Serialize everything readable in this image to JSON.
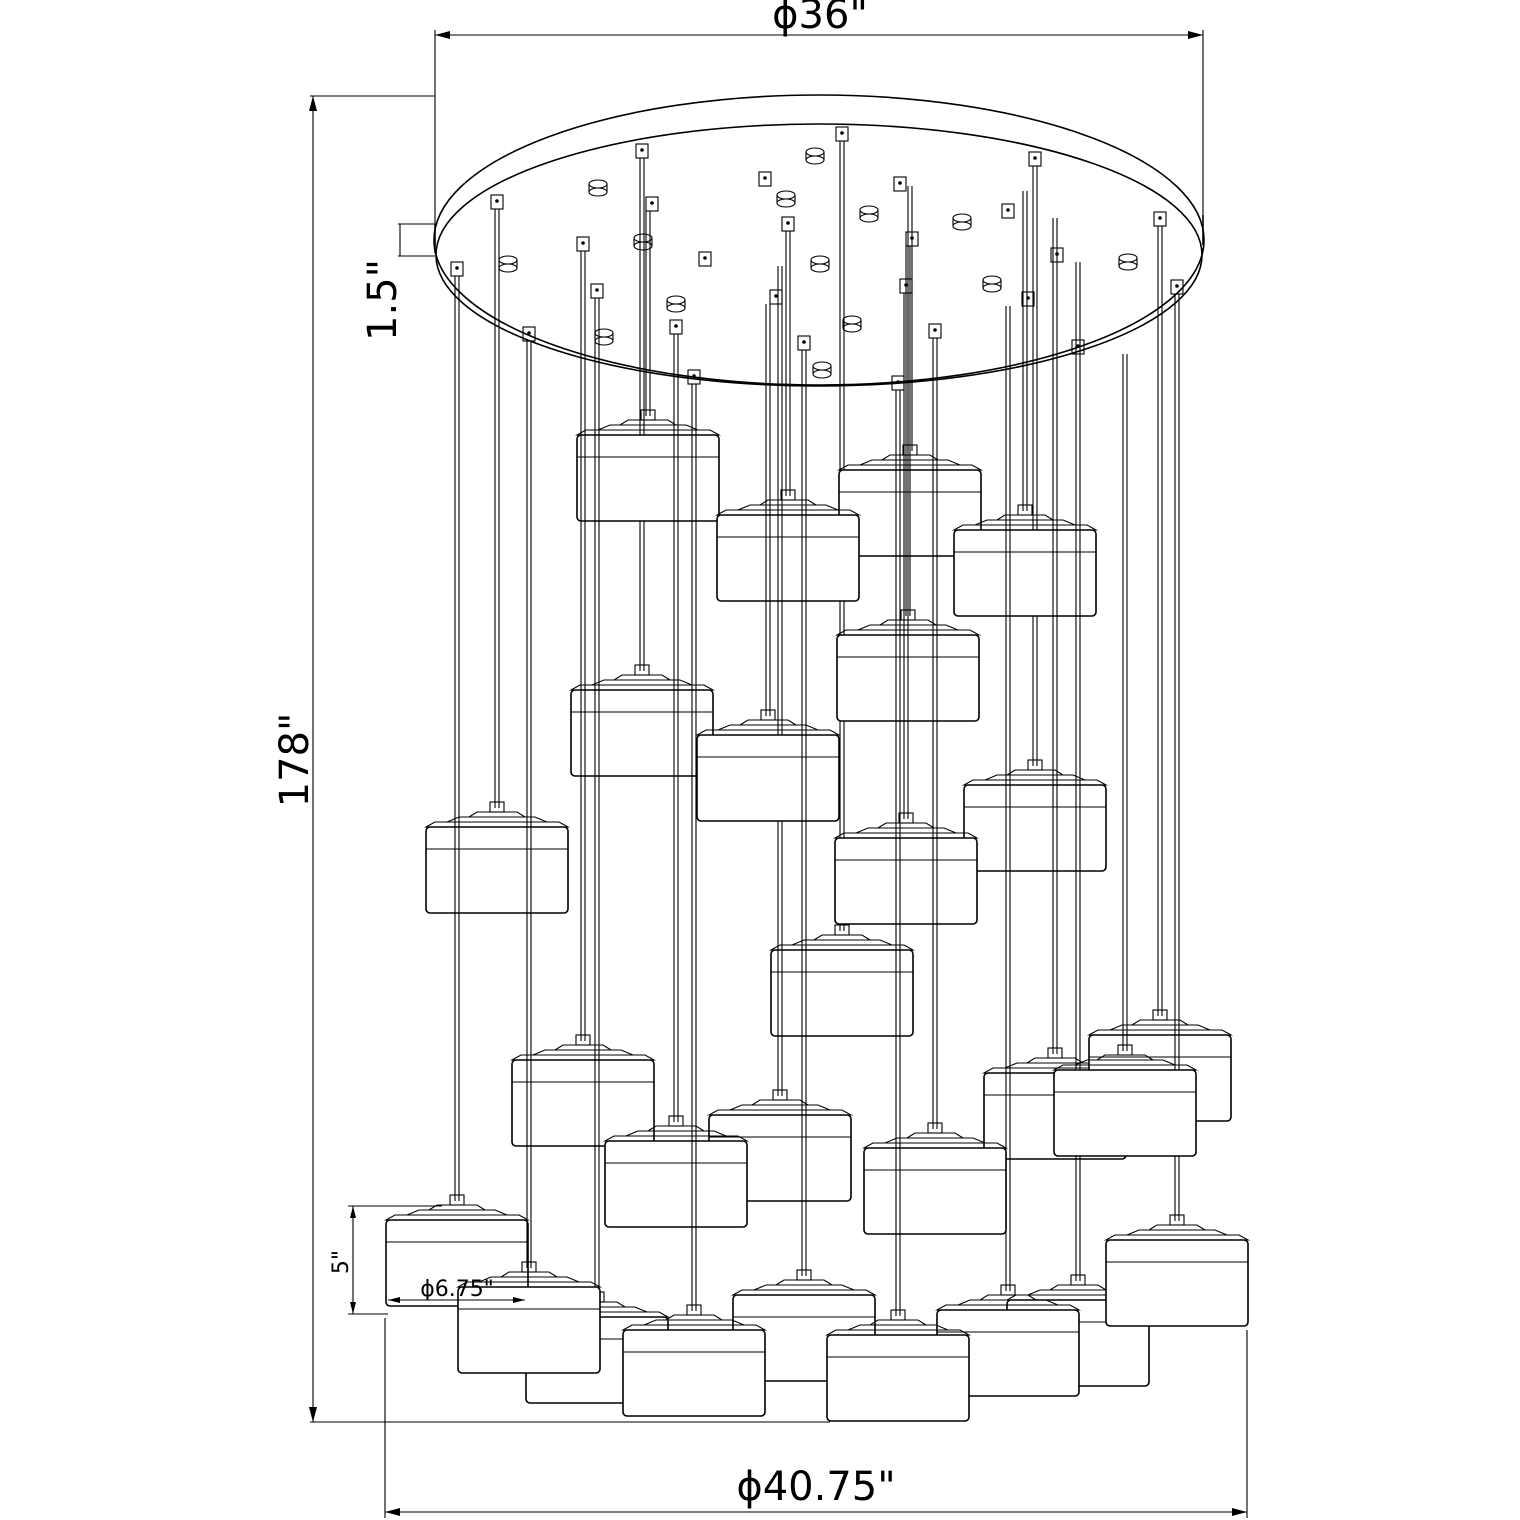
{
  "title": "",
  "dimensions": {
    "canopy_diameter": "ϕ36\"",
    "canopy_height": "1.5\"",
    "overall_height": "178\"",
    "shade_height": "5\"",
    "shade_diameter": "ϕ6.75\"",
    "overall_diameter": "ϕ40.75\""
  },
  "colors": {
    "line": "#000000",
    "background": "#ffffff"
  },
  "pendant_count": 27
}
